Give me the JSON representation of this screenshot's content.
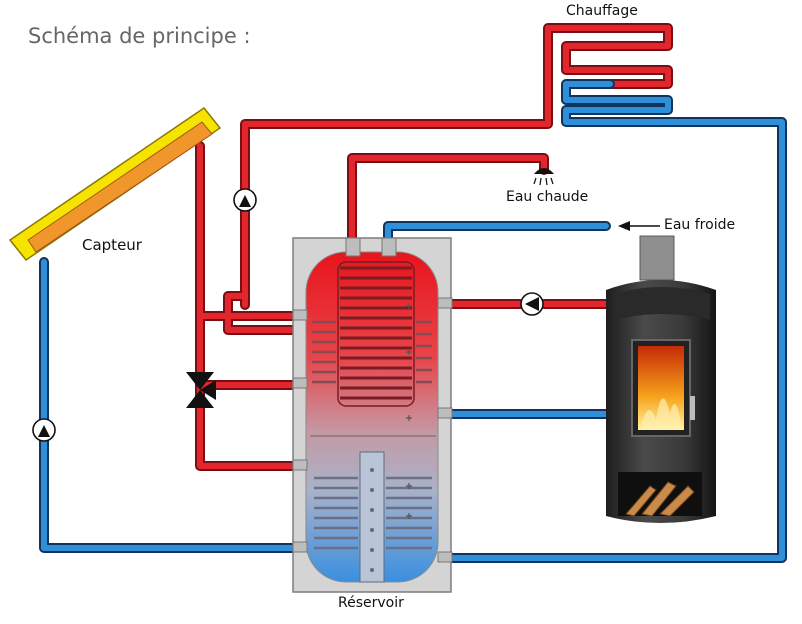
{
  "title": "Schéma de principe :",
  "labels": {
    "chauffage": "Chauffage",
    "eau_chaude": "Eau chaude",
    "eau_froide": "Eau froide",
    "capteur": "Capteur",
    "reservoir": "Réservoir"
  },
  "colors": {
    "hot_pipe": "#e2262d",
    "cold_pipe": "#2f8fd8",
    "collector_frame": "#f6e400",
    "collector_panel": "#f0962a",
    "tank_casing": "#d8d8d8",
    "stove_body": "#3b3b3b",
    "fire": "#f47a12"
  },
  "icons": [
    "pump-icon",
    "three-way-valve-icon",
    "shower-head-icon",
    "flow-arrow-icon"
  ]
}
